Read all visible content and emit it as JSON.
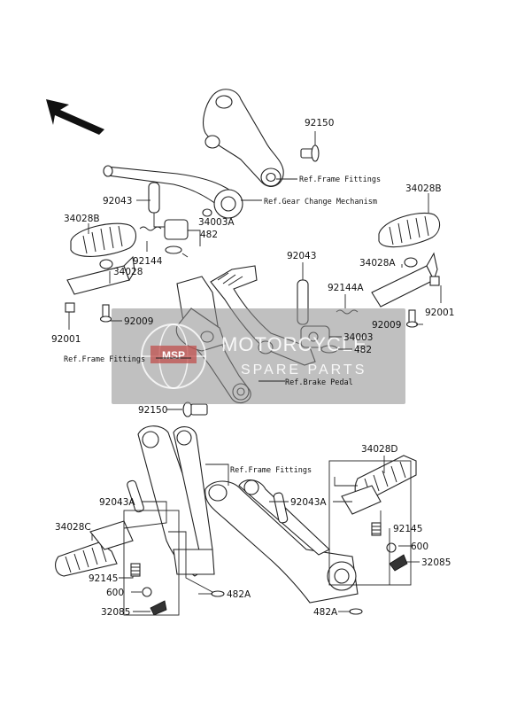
{
  "diagram": {
    "watermark": {
      "line1": "MOTORCYCLE",
      "line2": "SPARE PARTS",
      "logo_text": "MSP"
    },
    "labels": {
      "l92150_top": "92150",
      "ref_frame_1": "Ref.Frame Fittings",
      "ref_gear": "Ref.Gear Change Mechanism",
      "l92043_top": "92043",
      "l34028B_left": "34028B",
      "l34003A": "34003A",
      "l482_top": "482",
      "l92144": "92144",
      "l34028_left": "34028",
      "l92001_left": "92001",
      "l92009_left": "92009",
      "l34028B_right": "34028B",
      "l34028A_right": "34028A",
      "l92144A": "92144A",
      "l92043_mid": "92043",
      "l92001_right": "92001",
      "l92009_right": "92009",
      "l34003": "34003",
      "l482_mid": "482",
      "ref_frame_2": "Ref.Frame Fittings",
      "ref_brake": "Ref.Brake Pedal",
      "l92150_mid": "92150",
      "ref_frame_3": "Ref.Frame Fittings",
      "l34028D": "34028D",
      "l92043A_left": "92043A",
      "l92043A_right": "92043A",
      "l34028C": "34028C",
      "l92145_right": "92145",
      "l600_right": "600",
      "l32085_right": "32085",
      "l92145_left": "92145",
      "l600_left": "600",
      "l32085_left": "32085",
      "l482A_left": "482A",
      "l482A_right": "482A"
    }
  }
}
